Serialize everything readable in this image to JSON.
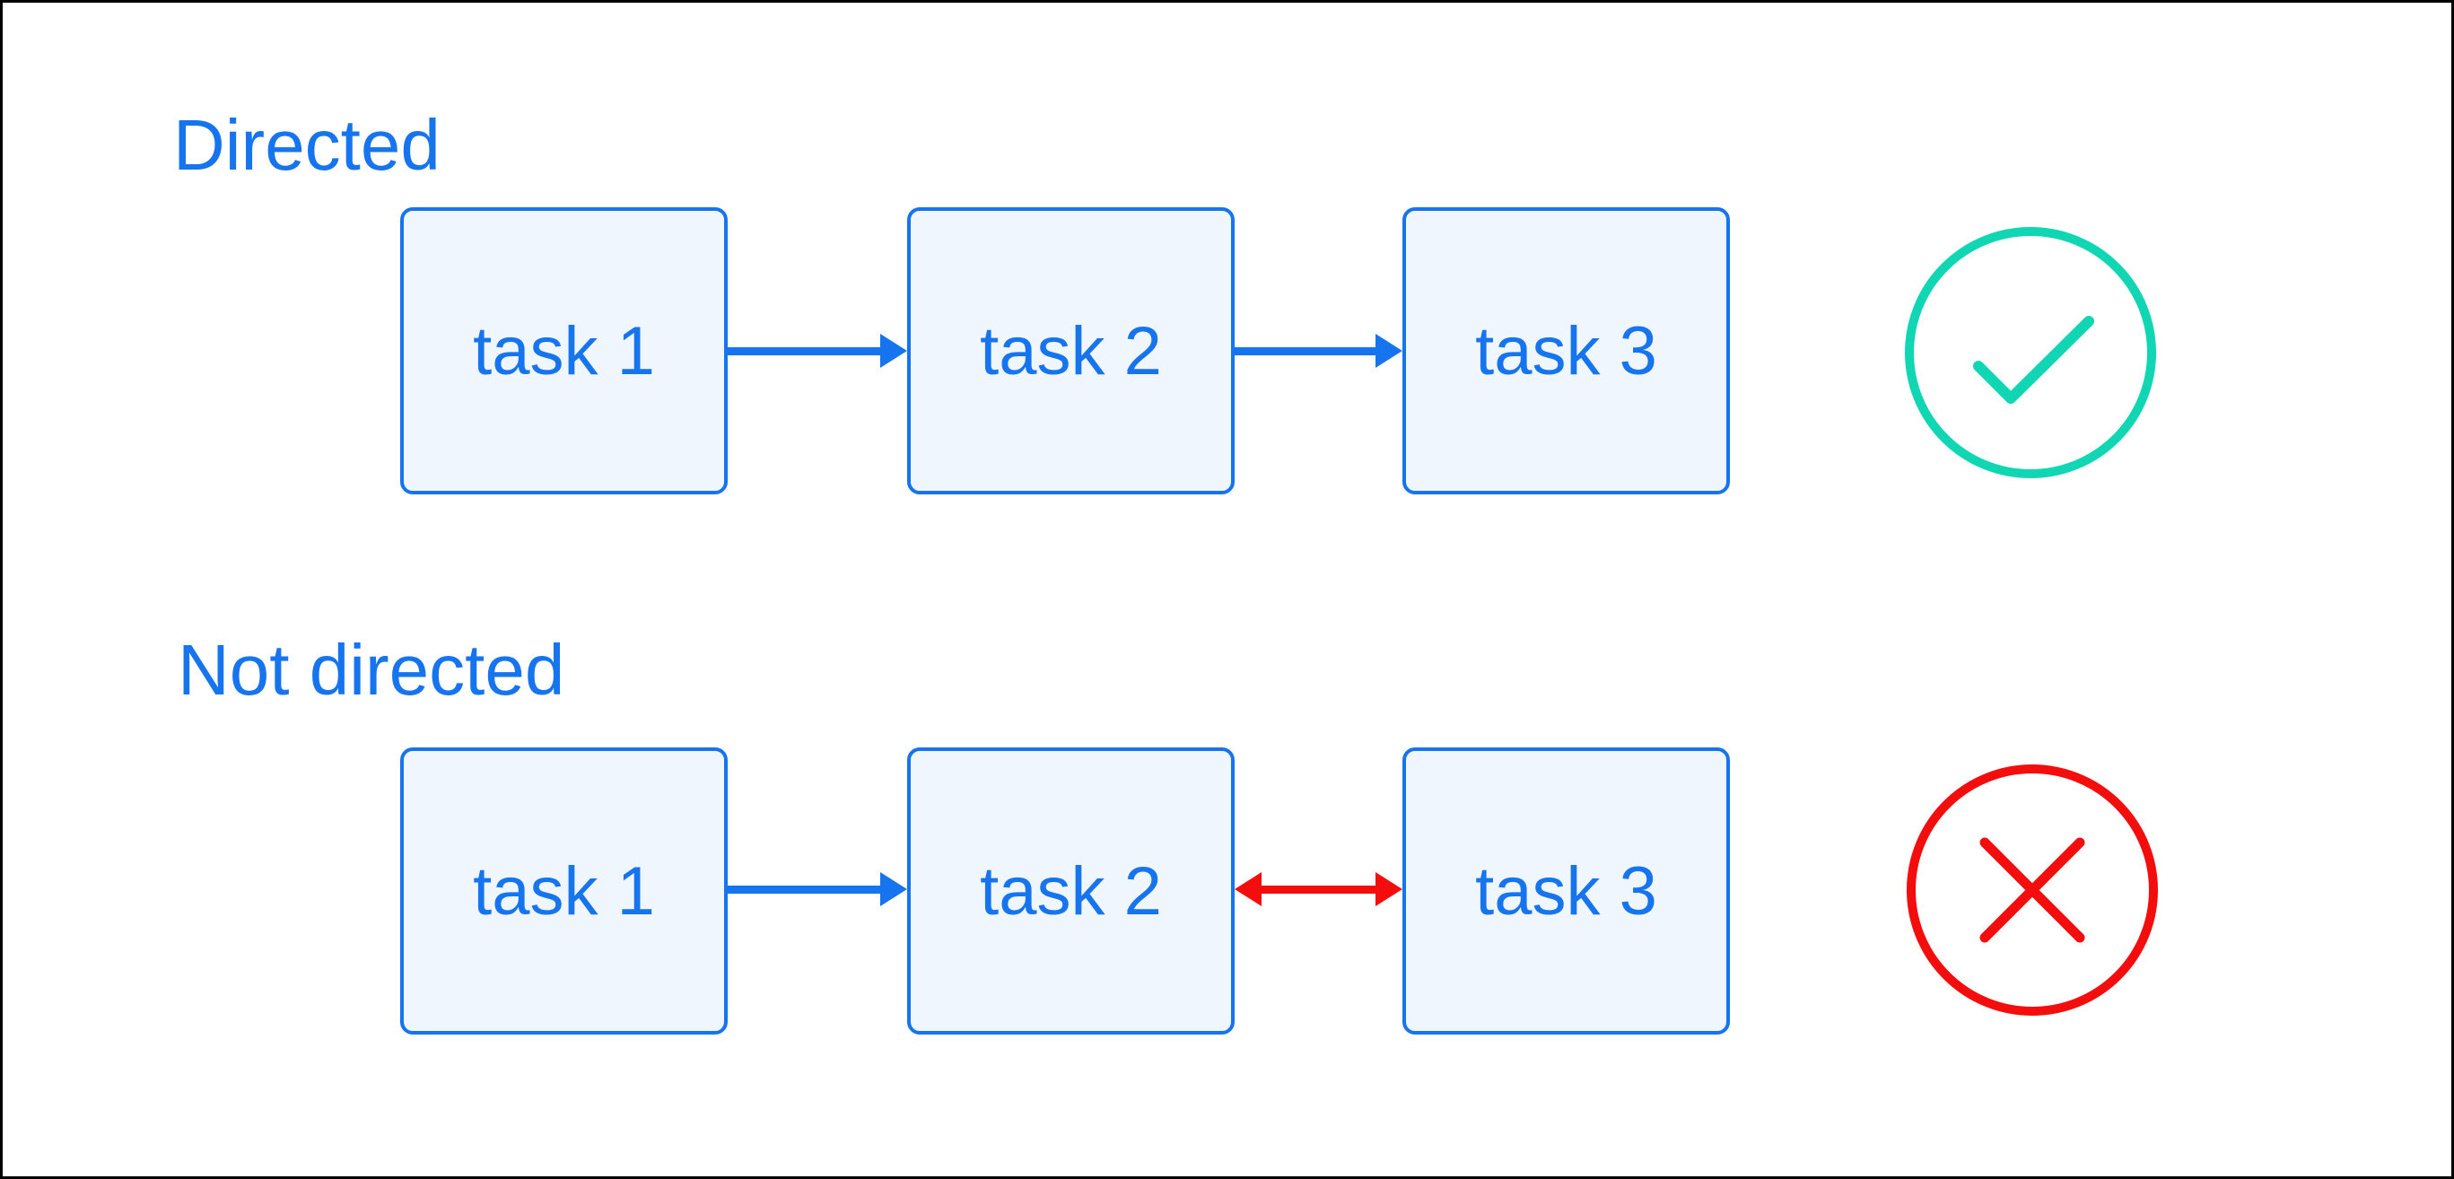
{
  "colors": {
    "blue": "#1674ef",
    "box_fill": "#f0f6fd",
    "red": "#f40d0d",
    "teal": "#10d6b4",
    "canvas_border": "#000000",
    "background": "#ffffff"
  },
  "sections": [
    {
      "label": "Directed",
      "tasks": [
        "task 1",
        "task 2",
        "task 3"
      ],
      "edges": [
        {
          "from": "task 1",
          "to": "task 2",
          "direction": "one-way",
          "color": "#1674ef"
        },
        {
          "from": "task 2",
          "to": "task 3",
          "direction": "one-way",
          "color": "#1674ef"
        }
      ],
      "verdict": "valid",
      "verdict_icon": "check-circle",
      "verdict_color": "#10d6b4"
    },
    {
      "label": "Not directed",
      "tasks": [
        "task 1",
        "task 2",
        "task 3"
      ],
      "edges": [
        {
          "from": "task 1",
          "to": "task 2",
          "direction": "one-way",
          "color": "#1674ef"
        },
        {
          "from": "task 2",
          "to": "task 3",
          "direction": "two-way",
          "color": "#f40d0d"
        }
      ],
      "verdict": "invalid",
      "verdict_icon": "cross-circle",
      "verdict_color": "#f40d0d"
    }
  ]
}
